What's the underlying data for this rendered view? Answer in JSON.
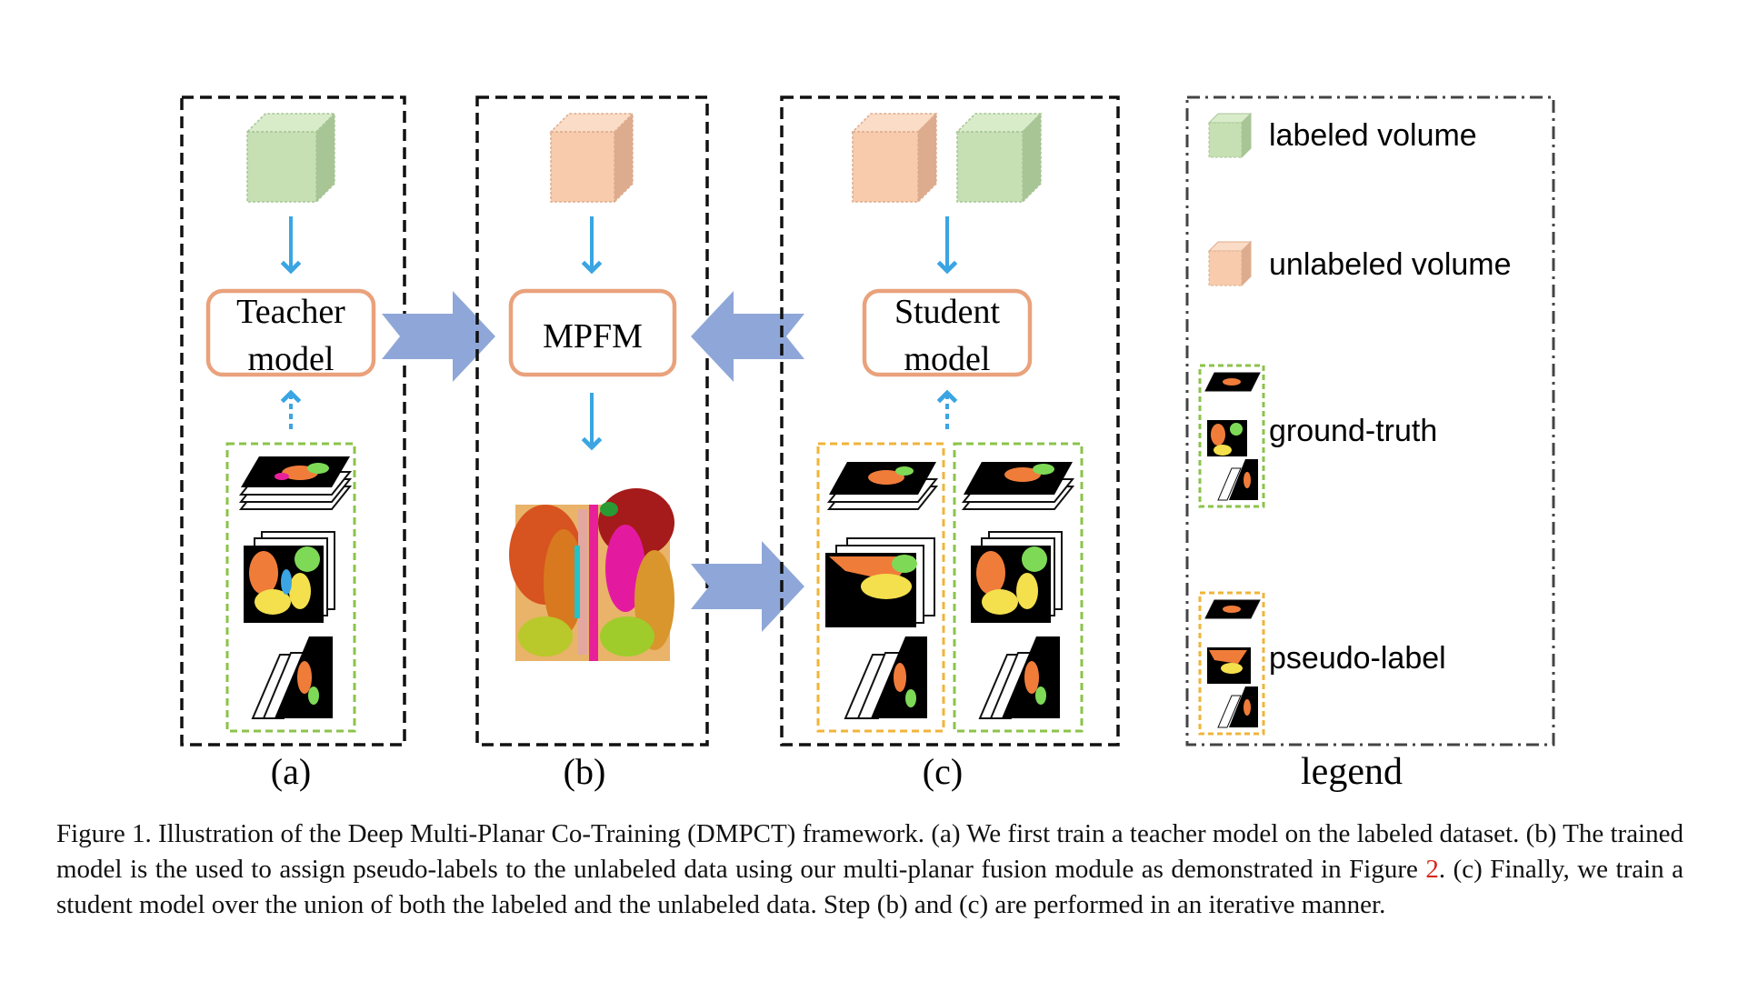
{
  "panels": [
    {
      "id": "a",
      "label": "(a)",
      "model_lines": [
        "Teacher",
        "model"
      ]
    },
    {
      "id": "b",
      "label": "(b)",
      "model_lines": [
        "MPFM"
      ]
    },
    {
      "id": "c",
      "label": "(c)",
      "model_lines": [
        "Student",
        "model"
      ]
    }
  ],
  "legend": {
    "label": "legend",
    "items": [
      {
        "label": "labeled volume"
      },
      {
        "label": "unlabeled volume"
      },
      {
        "label": "ground-truth"
      },
      {
        "label": "pseudo-label"
      }
    ]
  },
  "caption": {
    "part1": "Figure 1. Illustration of the Deep Multi-Planar Co-Training (DMPCT) framework. (a) We first train a teacher model on the labeled dataset. (b) The trained model is the used to assign pseudo-labels to the unlabeled data using our multi-planar fusion module as demonstrated in Figure ",
    "ref": "2",
    "part2": ". (c) Finally, we train a student model over the union of both the labeled and the unlabeled data. Step (b) and (c) are performed in an iterative manner."
  },
  "colors": {
    "labeled_front": "#c6e0b4",
    "labeled_top": "#d9ecca",
    "labeled_side": "#a8c596",
    "unlabeled_front": "#f7cbac",
    "unlabeled_top": "#fbdcc6",
    "unlabeled_side": "#ddac8e",
    "arrow_blue": "#3aa5e2",
    "fat_arrow": "#8fa7d8",
    "model_box": "#e9a27c",
    "green_dash": "#8bc34a",
    "orange_dash": "#f0b43a"
  }
}
